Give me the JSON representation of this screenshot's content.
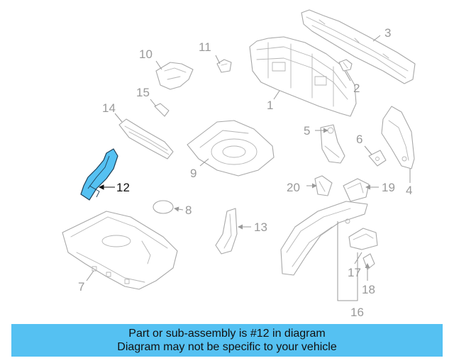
{
  "highlight_color": "#55c1f2",
  "highlighted_part": "12",
  "callouts": {
    "c1": "1",
    "c2": "2",
    "c3": "3",
    "c4": "4",
    "c5": "5",
    "c6": "6",
    "c7": "7",
    "c8": "8",
    "c9": "9",
    "c10": "10",
    "c11": "11",
    "c12": "12",
    "c13": "13",
    "c14": "14",
    "c15": "15",
    "c16": "16",
    "c17": "17",
    "c18": "18",
    "c19": "19",
    "c20": "20"
  },
  "banner": {
    "line1": "Part or sub-assembly is #12 in diagram",
    "line2": "Diagram may not be specific to your vehicle"
  }
}
